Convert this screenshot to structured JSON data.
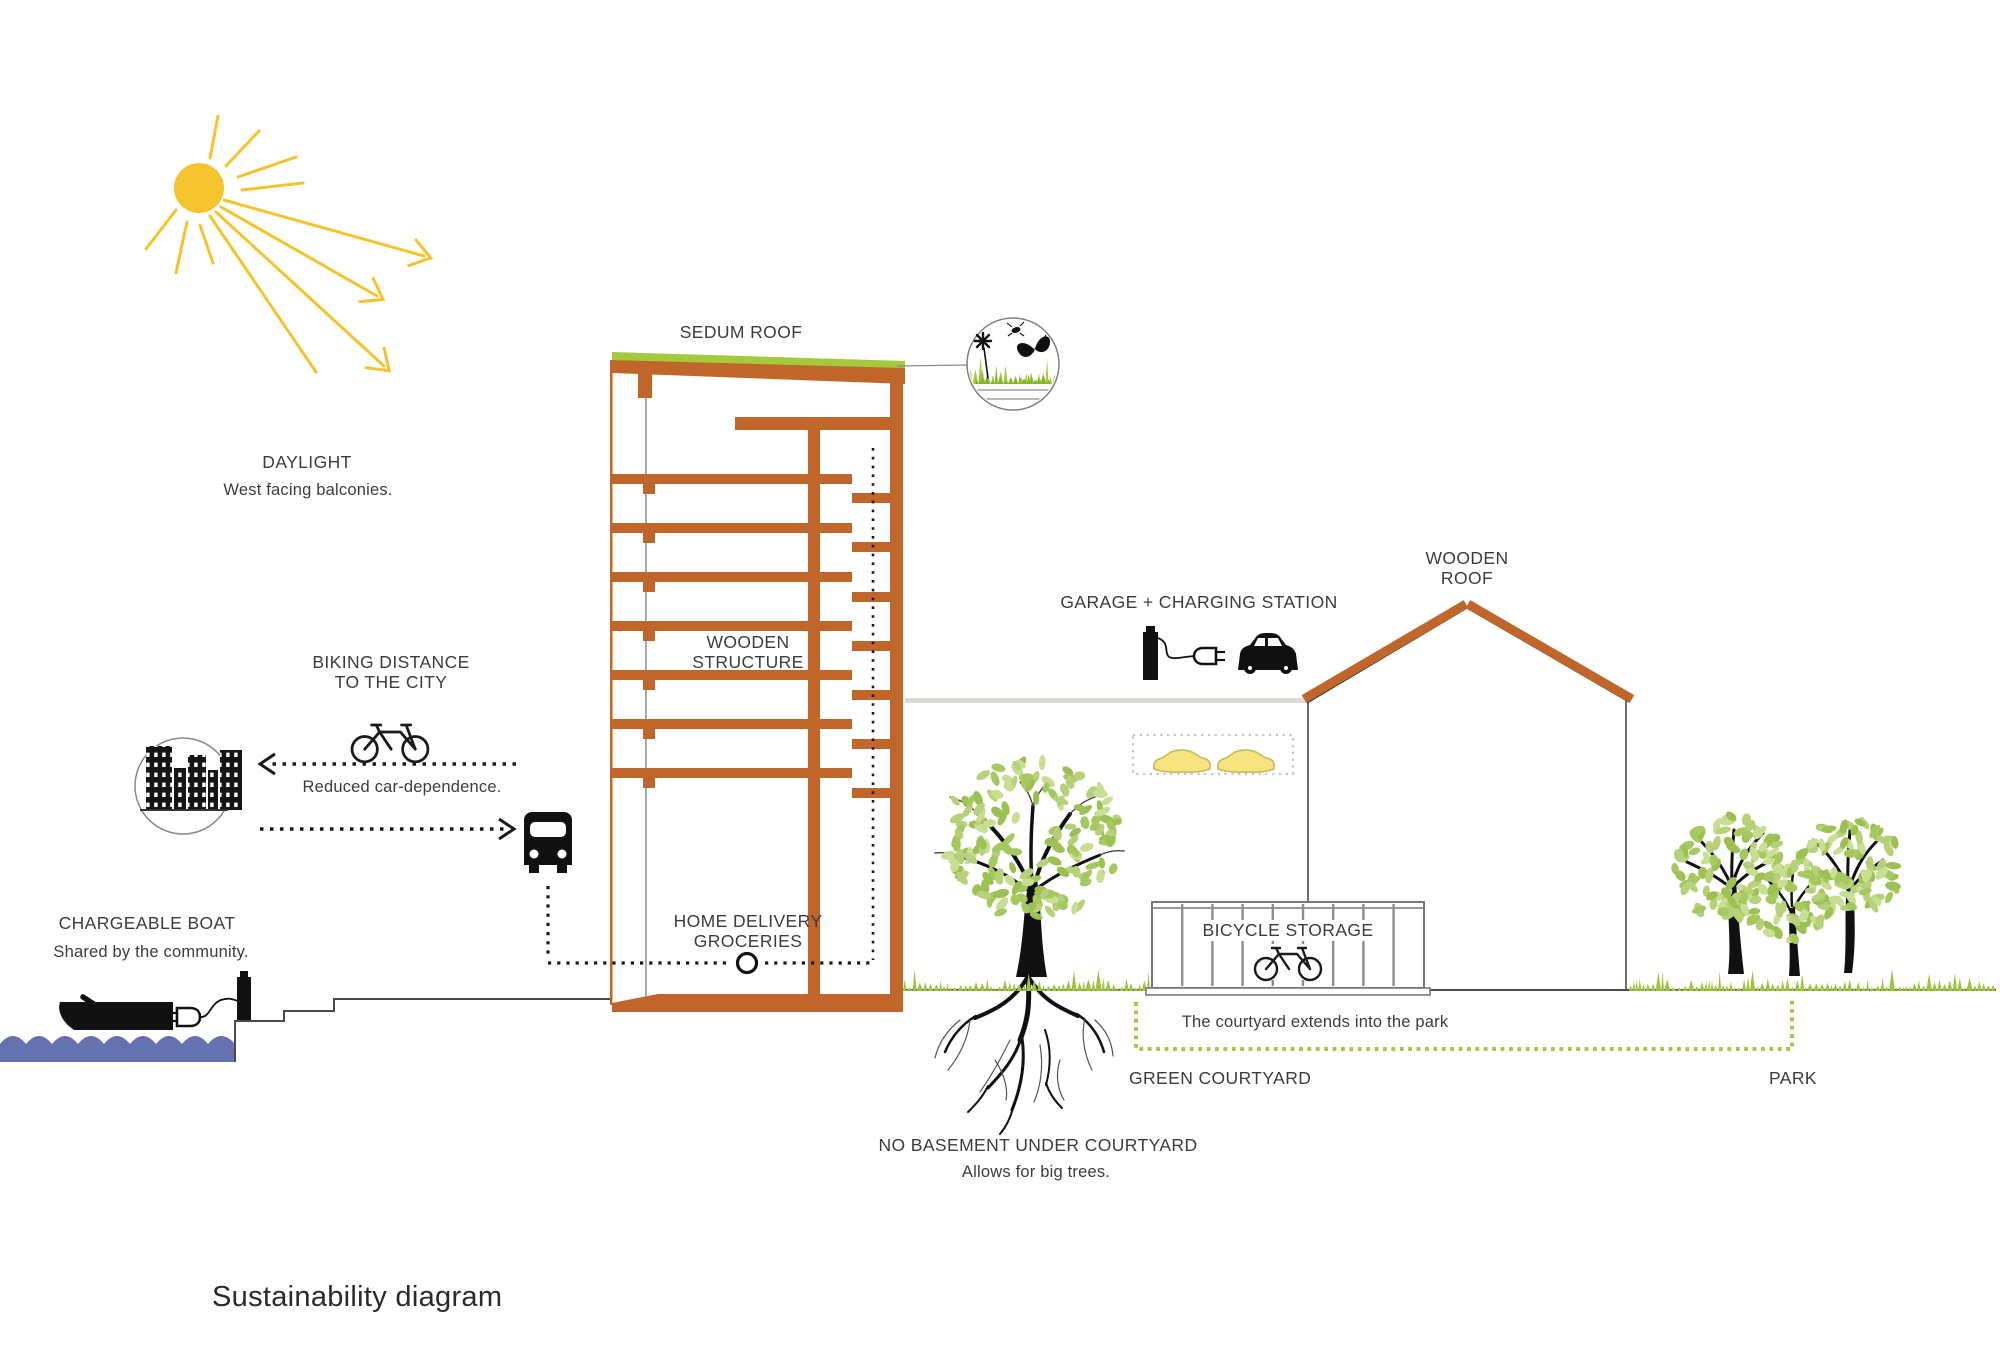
{
  "title": "Sustainability diagram",
  "colors": {
    "wood": "#C1662B",
    "sedum": "#A4C93C",
    "grass": "#9EC43F",
    "sun": "#F5C32B",
    "water": "#6672AF",
    "caryellow": "#F5E380",
    "caryellowline": "#C9B75A",
    "dotgreen": "#A9C544",
    "text": "#3C3C3C",
    "line": "#4A4A4A"
  },
  "leaf_palette": [
    "#b7d17a",
    "#a5c95f",
    "#c9de92",
    "#9cc052"
  ],
  "annotations": {
    "daylight": {
      "title": "DAYLIGHT",
      "subtitle": "West facing balconies."
    },
    "sedum_roof": {
      "title": "SEDUM ROOF"
    },
    "biking": {
      "title_line1": "BIKING DISTANCE",
      "title_line2": "TO THE CITY",
      "subtitle": "Reduced car-dependence."
    },
    "wooden_structure": {
      "line1": "WOODEN",
      "line2": "STRUCTURE"
    },
    "home_delivery": {
      "line1": "HOME DELIVERY",
      "line2": "GROCERIES"
    },
    "chargeable_boat": {
      "title": "CHARGEABLE BOAT",
      "subtitle": "Shared by the community."
    },
    "garage": {
      "title": "GARAGE + CHARGING STATION"
    },
    "wooden_roof": {
      "line1": "WOODEN",
      "line2": "ROOF"
    },
    "bicycle_storage": {
      "title": "BICYCLE STORAGE"
    },
    "courtyard": {
      "note": "The courtyard extends into the park",
      "label": "GREEN COURTYARD"
    },
    "park": {
      "label": "PARK"
    },
    "no_basement": {
      "title": "NO BASEMENT UNDER COURTYARD",
      "subtitle": "Allows for big trees."
    }
  },
  "icons": [
    "sun-icon",
    "bicycle-icon",
    "city-buildings-icon",
    "delivery-truck-icon",
    "boat-icon",
    "plug-icon",
    "charging-post-icon",
    "car-icon",
    "sedum-detail-icon",
    "flower-icon",
    "butterfly-icon",
    "fly-icon",
    "tree-icon",
    "roots-icon",
    "grass-icon",
    "bicycle-storage-shed-icon"
  ]
}
